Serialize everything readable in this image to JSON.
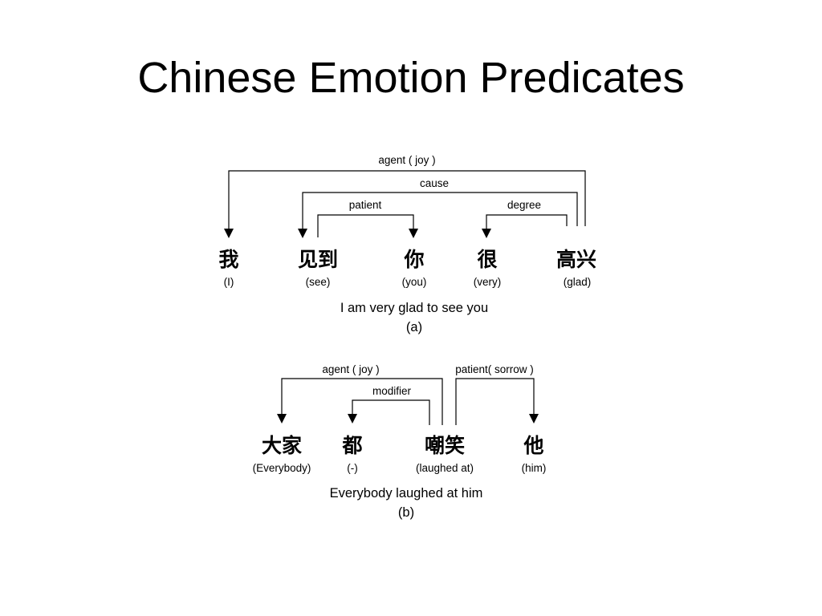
{
  "title": "Chinese Emotion Predicates",
  "diagram_a": {
    "words": [
      {
        "hanzi": "我",
        "gloss": "(I)"
      },
      {
        "hanzi": "见到",
        "gloss": "(see)"
      },
      {
        "hanzi": "你",
        "gloss": "(you)"
      },
      {
        "hanzi": "很",
        "gloss": "(very)"
      },
      {
        "hanzi": "高兴",
        "gloss": "(glad)"
      }
    ],
    "arcs": [
      {
        "label": "agent ( joy )"
      },
      {
        "label": "cause"
      },
      {
        "label": "patient"
      },
      {
        "label": "degree"
      }
    ],
    "translation": "I am very glad to see you",
    "caption": "(a)"
  },
  "diagram_b": {
    "words": [
      {
        "hanzi": "大家",
        "gloss": "(Everybody)"
      },
      {
        "hanzi": "都",
        "gloss": "(-)"
      },
      {
        "hanzi": "嘲笑",
        "gloss": "(laughed at)"
      },
      {
        "hanzi": "他",
        "gloss": "(him)"
      }
    ],
    "arcs": [
      {
        "label": "agent ( joy )"
      },
      {
        "label": "modifier"
      },
      {
        "label": "patient( sorrow )"
      }
    ],
    "translation": "Everybody laughed at him",
    "caption": "(b)"
  }
}
